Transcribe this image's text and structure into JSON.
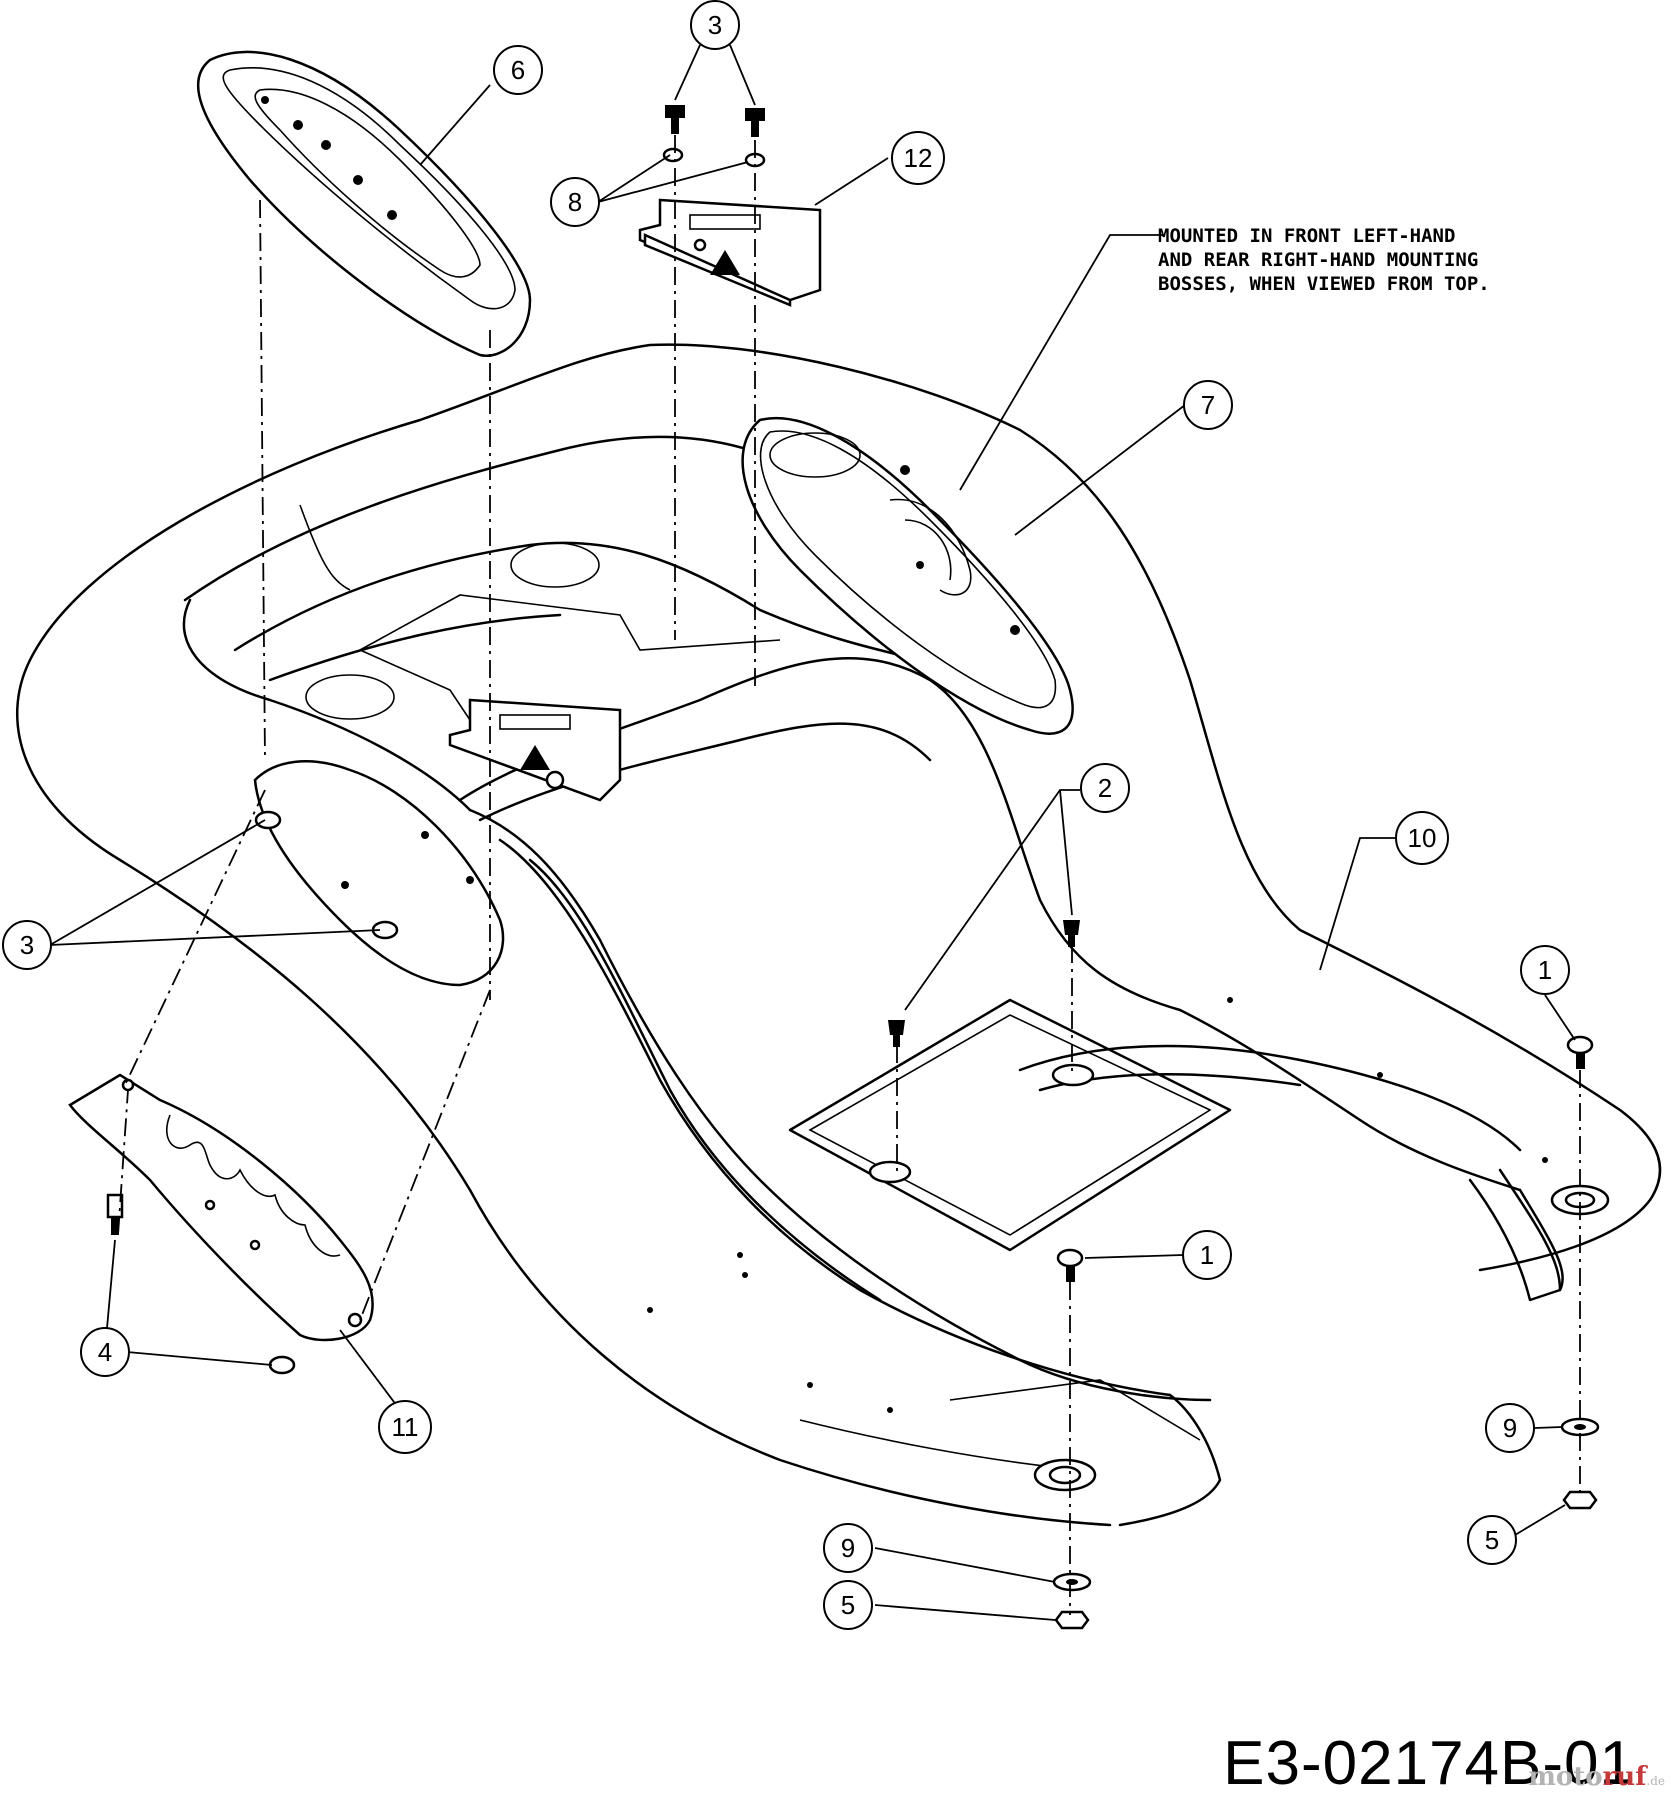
{
  "note": {
    "lines": [
      "MOUNTED IN FRONT LEFT-HAND",
      "AND REAR RIGHT-HAND MOUNTING",
      "BOSSES, WHEN VIEWED FROM TOP."
    ]
  },
  "callouts": {
    "c3_top": "3",
    "c6": "6",
    "c8": "8",
    "c12": "12",
    "c7": "7",
    "c2": "2",
    "c10": "10",
    "c3_left": "3",
    "c1_right": "1",
    "c1_center": "1",
    "c4": "4",
    "c11": "11",
    "c9_right": "9",
    "c5_right": "5",
    "c9_bottom": "9",
    "c5_bottom": "5"
  },
  "drawing_number": "E3-02174B-01",
  "watermark": {
    "part1": "moto",
    "part2": "ruf",
    "part3": ".de"
  }
}
